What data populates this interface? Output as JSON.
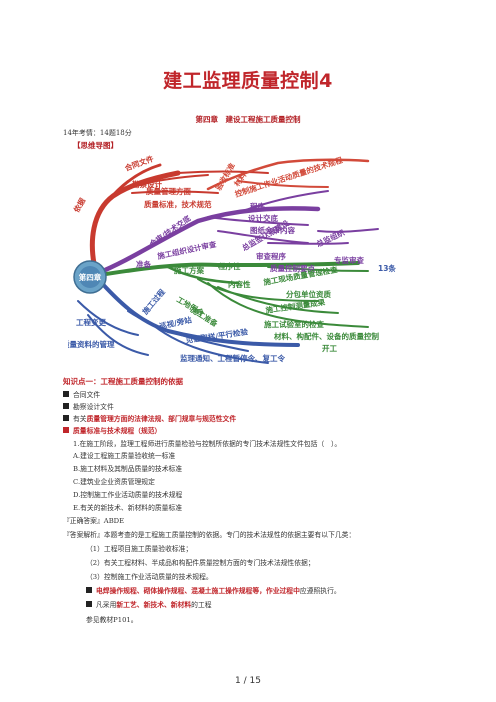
{
  "doc": {
    "title": "建工监理质量控制4",
    "chapter": "第四章　建设工程施工质量控制",
    "exam_note": "14年考情：14题18分",
    "mindmap_label": "【思维导图】",
    "page_num": "1  /  15"
  },
  "mindmap": {
    "center": "第四章",
    "side_note": "13条",
    "nodes": [
      "依据",
      "合同文件",
      "勘察设计",
      "质量管理方面",
      "质量标准，技术规范",
      "验收标准",
      "材料",
      "控制施工作业活动质量的技术规程",
      "程序",
      "总监组织",
      "设计交底",
      "会审/技术交底",
      "图纸会审内容",
      "总监签认报建设",
      "审查程序",
      "专监审查",
      "准备",
      "施工组织设计审查",
      "施工方案",
      "程序性",
      "质量控制要点",
      "内容性",
      "施工现场质量管理检查",
      "分包单位资质",
      "施工控制测量成果",
      "施工试验室的检查",
      "工地例会",
      "材料、构配件、设备的质量控制",
      "开工",
      "施工过程",
      "巡视/旁站",
      "见证取样/平行检验",
      "监理通知、工程暂停令、复工令",
      "工程变更",
      "质量资料的管理",
      "施工准备"
    ]
  },
  "knowledge_point": {
    "title": "知识点一：工程施工质量控制的依据",
    "items": [
      {
        "prefix": "",
        "text": "合同文件"
      },
      {
        "prefix": "",
        "text": "勘察设计文件"
      },
      {
        "prefix": "有关",
        "highlight": "质量管理方面的法律法规、部门规章与规范性文件",
        "suffix": ""
      },
      {
        "prefix": "",
        "highlight": "质量标准与技术规程（规范）",
        "suffix": ""
      }
    ],
    "question": {
      "stem": "1.在施工阶段，监理工程师进行质量检验与控制所依据的专门技术法规性文件包括（　）。",
      "options": [
        "A.建设工程施工质量验收统一标准",
        "B.施工材料及其制品质量的技术标准",
        "C.建筑业企业资质管理规定",
        "D.控制施工作业活动质量的技术规程",
        "E.有关的新技术、新材料的质量标准"
      ],
      "answer_label": "『正确答案』ABDE",
      "analysis": "『答案解析』本题考查的是工程施工质量控制的依据。专门的技术法规性的依据主要有以下几类：",
      "points": [
        "（1）工程项目施工质量验收标准；",
        "（2）有关工程材料、半成品和构配件质量控制方面的专门技术法规性依据；",
        "（3）控制施工作业活动质量的技术规程。"
      ]
    },
    "tail_items": [
      {
        "highlight": "电焊操作规程、砌体操作规程、混凝土施工操作规程等，作业过程中",
        "suffix": "应遵照执行。"
      },
      {
        "prefix": "凡采用",
        "highlight": "新工艺、新技术、新材料",
        "suffix": "的工程"
      }
    ],
    "reference": "参见教材P101。"
  }
}
